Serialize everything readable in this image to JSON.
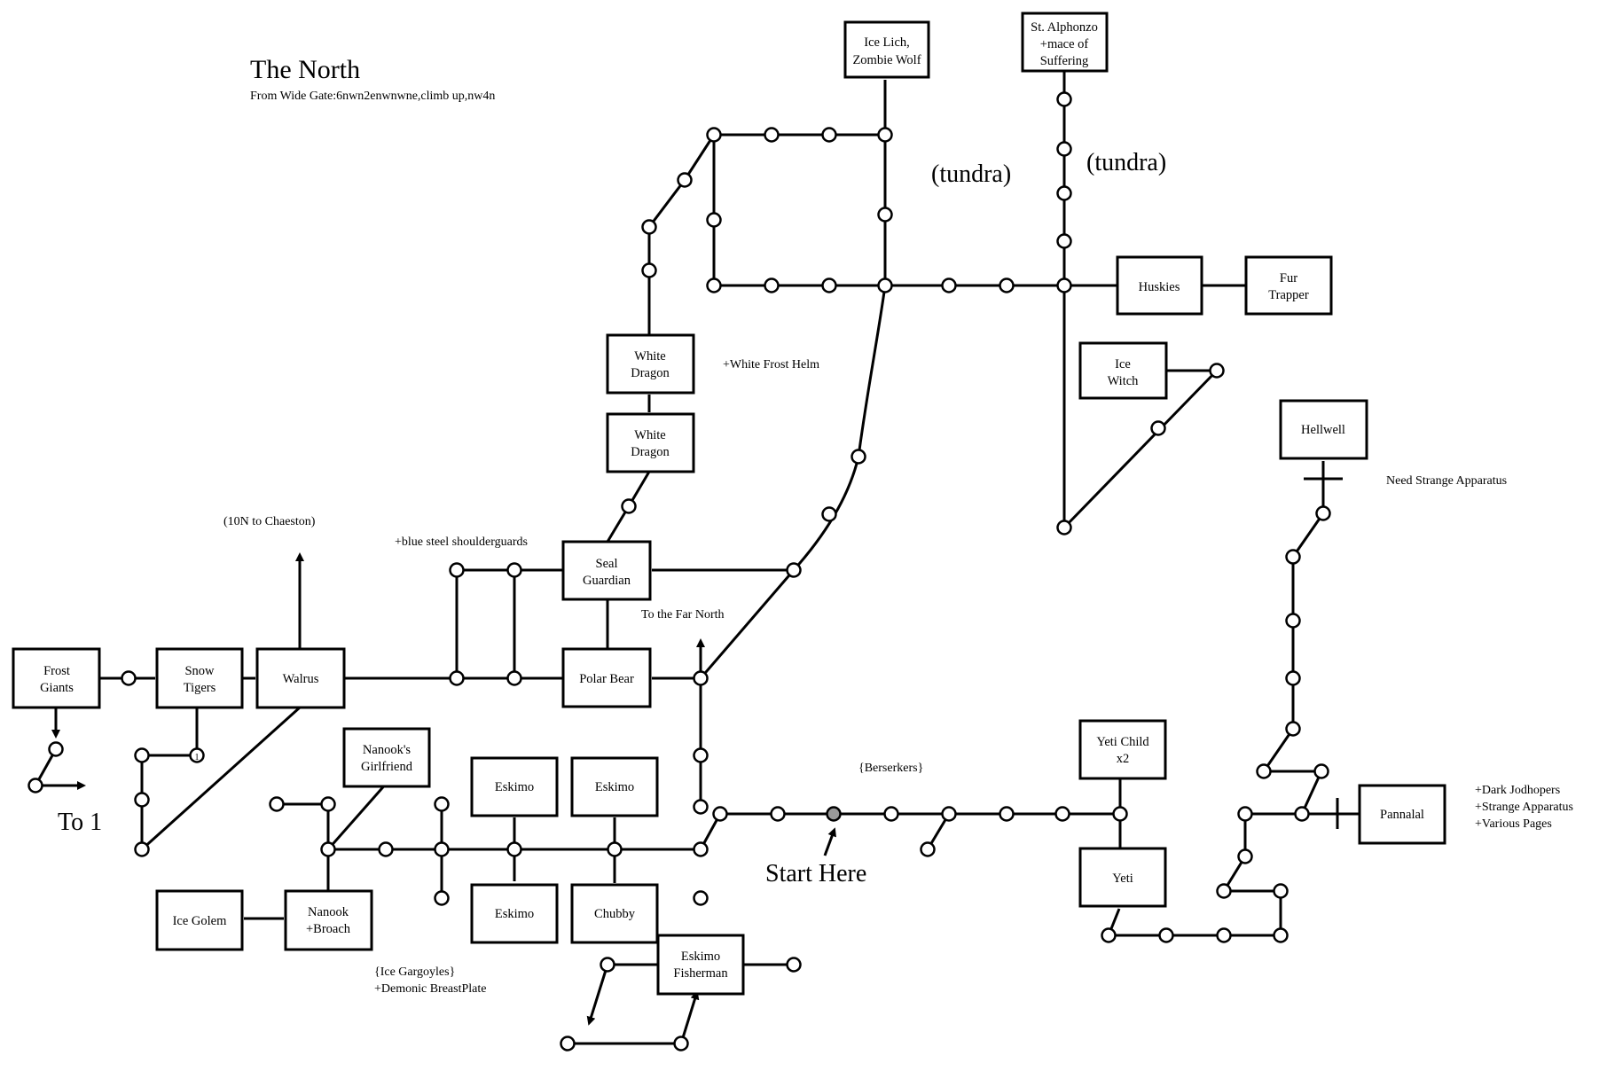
{
  "map": {
    "title": "The North",
    "directions": "From Wide Gate:6nwn2enwnwne,climb up,nw4n"
  },
  "rooms": {
    "ice_lich": [
      "Ice Lich,",
      "Zombie Wolf"
    ],
    "st_alphonzo": [
      "St. Alphonzo",
      "+mace of",
      "Suffering"
    ],
    "huskies": [
      "Huskies"
    ],
    "fur_trapper": [
      "Fur",
      "Trapper"
    ],
    "ice_witch": [
      "Ice",
      "Witch"
    ],
    "hellwell": [
      "Hellwell"
    ],
    "white_dragon_1": [
      "White",
      "Dragon"
    ],
    "white_dragon_2": [
      "White",
      "Dragon"
    ],
    "seal_guardian": [
      "Seal",
      "Guardian"
    ],
    "polar_bear": [
      "Polar Bear"
    ],
    "walrus": [
      "Walrus"
    ],
    "frost_giants": [
      "Frost",
      "Giants"
    ],
    "snow_tigers": [
      "Snow",
      "Tigers"
    ],
    "nanooks_girlfriend": [
      "Nanook's",
      "Girlfriend"
    ],
    "eskimo_1": [
      "Eskimo"
    ],
    "eskimo_2": [
      "Eskimo"
    ],
    "eskimo_3": [
      "Eskimo"
    ],
    "chubby": [
      "Chubby"
    ],
    "eskimo_fisherman": [
      "Eskimo",
      "Fisherman"
    ],
    "ice_golem": [
      "Ice Golem"
    ],
    "nanook": [
      "Nanook",
      "+Broach"
    ],
    "yeti_child": [
      "Yeti Child",
      "x2"
    ],
    "yeti": [
      "Yeti"
    ],
    "pannalal": [
      "Pannalal"
    ]
  },
  "labels": {
    "tundra_1": "(tundra)",
    "tundra_2": "(tundra)",
    "white_frost_helm": "+White Frost Helm",
    "need_strange_apparatus": "Need Strange Apparatus",
    "to_chaeston": "(10N to Chaeston)",
    "blue_steel": "+blue steel shoulderguards",
    "to_far_north": "To the Far North",
    "berserkers": "{Berserkers}",
    "start_here": "Start Here",
    "to_1": "To 1",
    "ice_gargoyles": "{Ice Gargoyles}",
    "demonic_breastplate": "+Demonic BreastPlate",
    "dark_jodhopers": "+Dark Jodhopers",
    "strange_apparatus": "+Strange Apparatus",
    "various_pages": "+Various Pages",
    "node_marker": "1"
  },
  "colors": {
    "ink": "#000000",
    "paper": "#ffffff",
    "start_room": "#9a9a9a"
  }
}
